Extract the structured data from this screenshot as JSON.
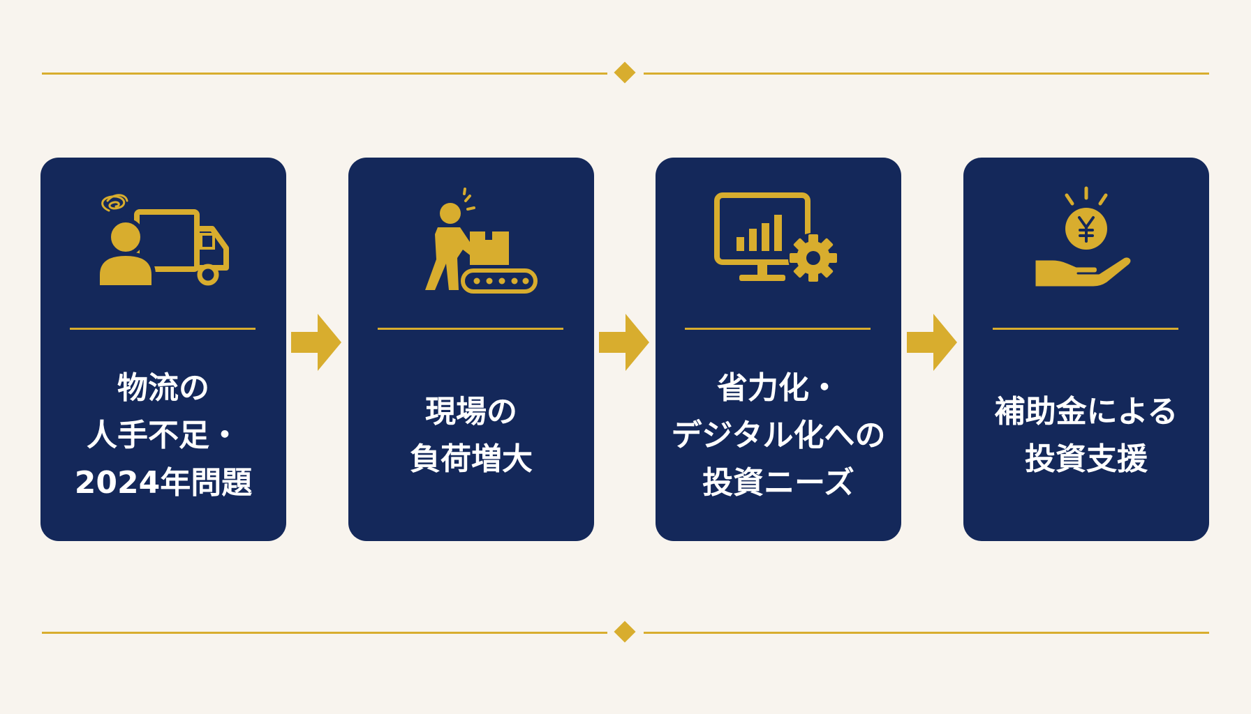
{
  "colors": {
    "background": "#f8f4ee",
    "card": "#14285a",
    "accent": "#d8ad2e",
    "text": "#ffffff"
  },
  "steps": [
    {
      "icon": "worried-person-truck-icon",
      "label": "物流の\n人手不足・\n2024年問題"
    },
    {
      "icon": "worker-conveyor-box-icon",
      "label": "現場の\n負荷増大"
    },
    {
      "icon": "monitor-chart-gear-icon",
      "label": "省力化・\nデジタル化への\n投資ニーズ"
    },
    {
      "icon": "hand-yen-coin-icon",
      "label": "補助金による\n投資支援"
    }
  ]
}
